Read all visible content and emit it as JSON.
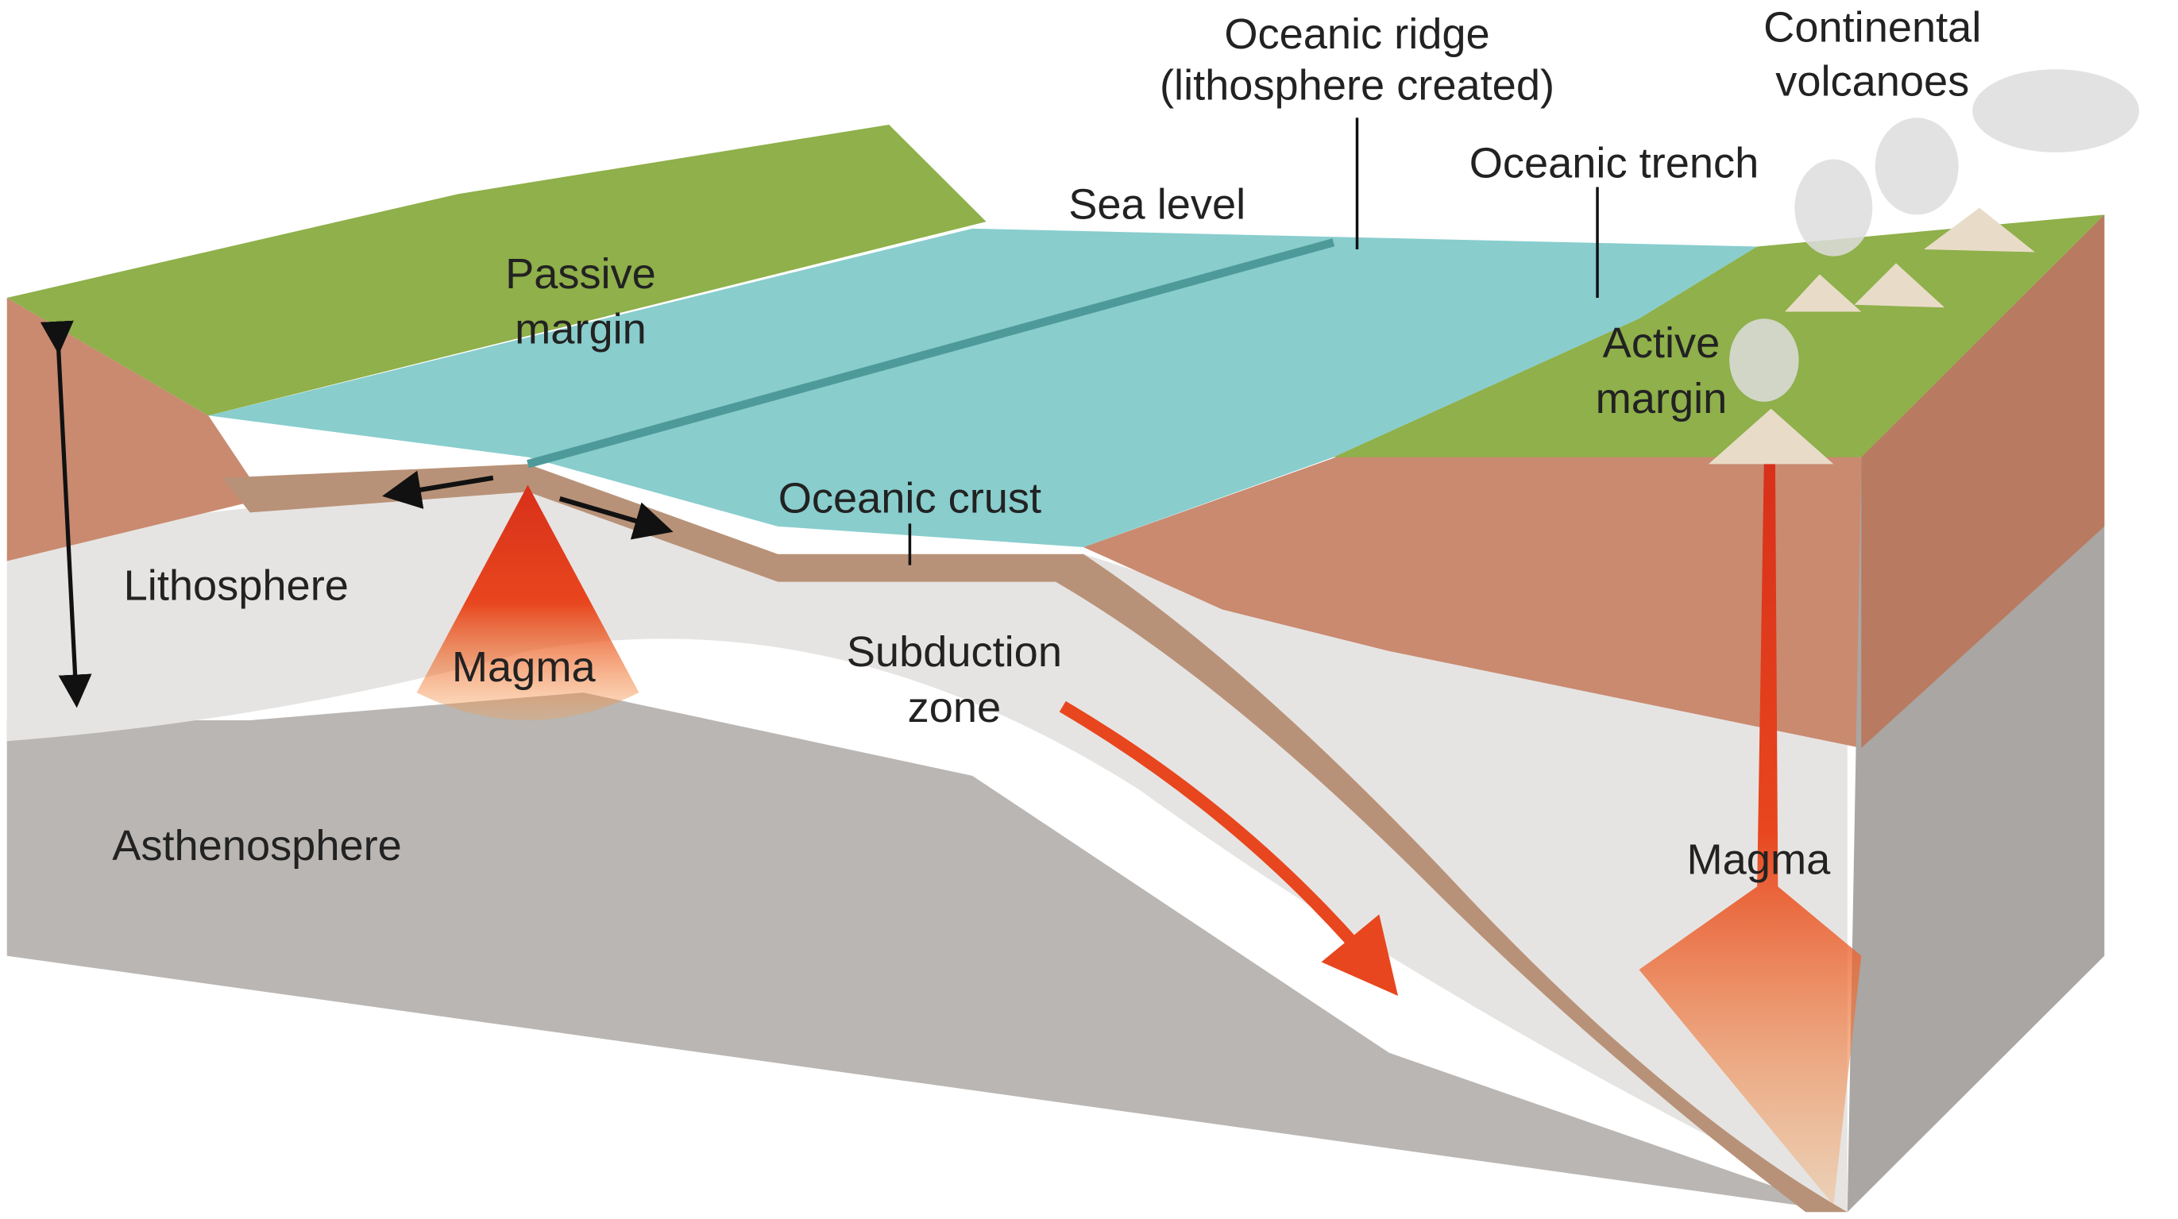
{
  "labels": {
    "oceanic_ridge_1": "Oceanic ridge",
    "oceanic_ridge_2": "(lithosphere created)",
    "continental_volcanoes_1": "Continental",
    "continental_volcanoes_2": "volcanoes",
    "oceanic_trench": "Oceanic trench",
    "sea_level": "Sea level",
    "passive_margin_1": "Passive",
    "passive_margin_2": "margin",
    "active_margin_1": "Active",
    "active_margin_2": "margin",
    "oceanic_crust": "Oceanic crust",
    "lithosphere": "Lithosphere",
    "magma_ridge": "Magma",
    "subduction_zone_1": "Subduction",
    "subduction_zone_2": "zone",
    "asthenosphere": "Asthenosphere",
    "magma_arc": "Magma"
  },
  "colors": {
    "ocean": "#7cc8c8",
    "land": "#8fb04a",
    "continental_crust": "#c98a70",
    "lithosphere": "#e6e4e2",
    "asthenosphere": "#b9b6b3",
    "oceanic_crust": "#b89278",
    "magma": "#e8461e"
  }
}
